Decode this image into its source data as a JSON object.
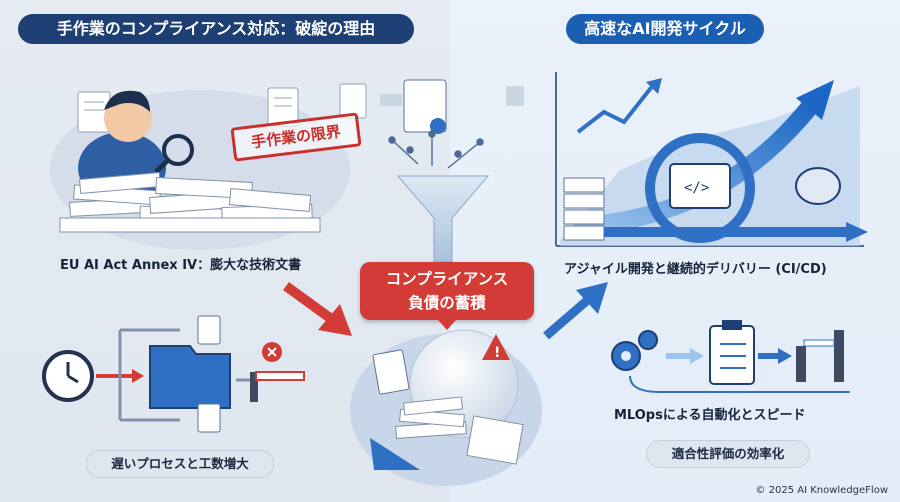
{
  "left_header": "手作業のコンプライアンス対応：破綻の理由",
  "right_header": "高速なAI開発サイクル",
  "stamp_text": "手作業の限界",
  "label_eu_ai_act": "EU AI Act Annex IV：膨大な技術文書",
  "label_slow_process": "遅いプロセスと工数増大",
  "debt_line1": "コンプライアンス",
  "debt_line2": "負債の蓄積",
  "label_agile": "アジャイル開発と継続的デリバリー (CI/CD)",
  "label_mlops": "MLOpsによる自動化とスピード",
  "label_conformity": "適合性評価の効率化",
  "copyright": "© 2025 AI KnowledgeFlow",
  "colors": {
    "navy": "#1d3f73",
    "blue": "#1b5fb3",
    "red": "#d33b36"
  }
}
